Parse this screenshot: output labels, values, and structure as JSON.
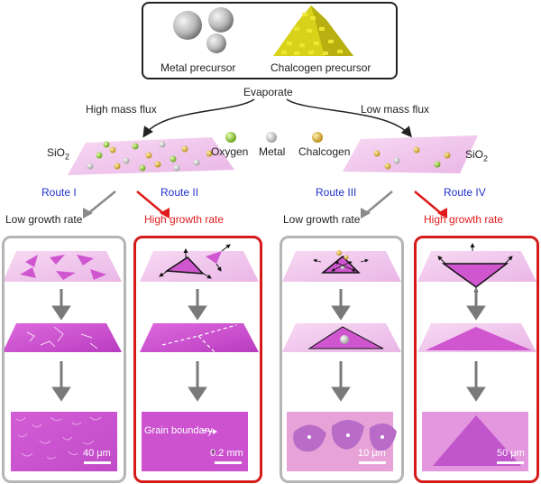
{
  "precursor_box": {
    "metal_label": "Metal precursor",
    "chalcogen_label": "Chalcogen precursor"
  },
  "evaporate_label": "Evaporate",
  "flux": {
    "high": "High mass flux",
    "low": "Low mass flux"
  },
  "substrate": {
    "left": "SiO",
    "right": "SiO",
    "sub": "2"
  },
  "legend": {
    "oxygen": "Oxygen",
    "metal": "Metal",
    "chalcogen": "Chalcogen",
    "colors": {
      "oxygen": "#8fcf2a",
      "metal": "#e6e6e6",
      "chalcogen": "#e2b52a"
    }
  },
  "routes": {
    "r1": "Route I",
    "r2": "Route II",
    "r3": "Route III",
    "r4": "Route IV"
  },
  "growth": {
    "low_left": "Low growth rate",
    "high_left": "High growth rate",
    "low_right": "Low growth rate",
    "high_right": "High growth rate"
  },
  "micrographs": {
    "p1_scale": "40 μm",
    "p2_annotation": "Grain boundary",
    "p2_scale": "0.2 mm",
    "p3_scale": "10 μm",
    "p4_scale": "50 μm"
  },
  "colors": {
    "route_blue": "#2233cc",
    "high_red": "#e01b1b",
    "panel_gray": "#b5b5b5",
    "substrate_pink": "#f3c6ee",
    "film_magenta": "#cf4fcf"
  }
}
